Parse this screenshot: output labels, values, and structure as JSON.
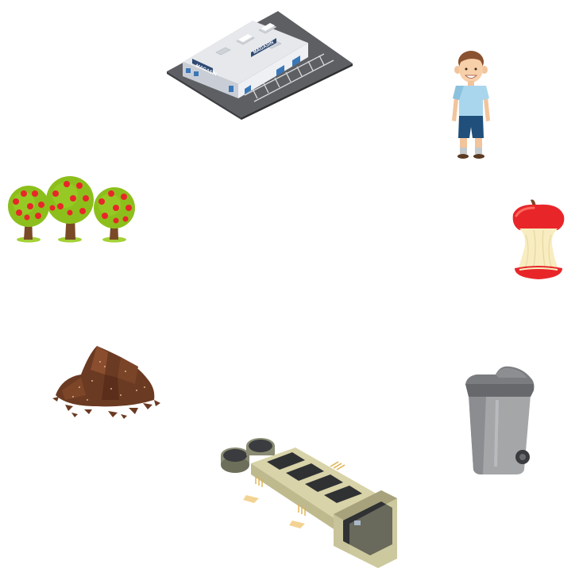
{
  "store": {
    "sign": "MAGASIN"
  },
  "colors": {
    "background": "#ffffff",
    "apple_red": "#e8262a",
    "foliage": "#8dbf1c",
    "soil": "#6b3a22",
    "bin_grey": "#9a9a9a",
    "plant_beige": "#d8d3a8"
  },
  "cycle": [
    {
      "id": "store",
      "icon": "supermarket-icon"
    },
    {
      "id": "consumer",
      "icon": "child-icon"
    },
    {
      "id": "food-waste",
      "icon": "apple-core-icon"
    },
    {
      "id": "collection",
      "icon": "organic-waste-bin-icon"
    },
    {
      "id": "processing",
      "icon": "composting-plant-icon"
    },
    {
      "id": "compost",
      "icon": "compost-pile-icon"
    },
    {
      "id": "growing",
      "icon": "apple-trees-icon"
    }
  ]
}
